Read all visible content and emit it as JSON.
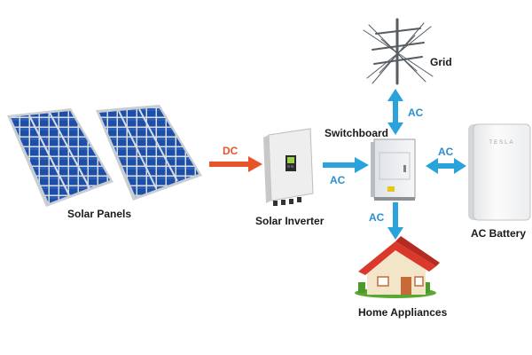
{
  "labels": {
    "solar_panels": "Solar Panels",
    "solar_inverter": "Solar Inverter",
    "switchboard": "Switchboard",
    "grid": "Grid",
    "ac_battery": "AC Battery",
    "home_appliances": "Home Appliances",
    "battery_brand": "TESLA"
  },
  "flows": {
    "panels_to_inverter": "DC",
    "inverter_to_switchboard": "AC",
    "grid_switchboard": "AC",
    "switchboard_battery": "AC",
    "switchboard_home": "AC"
  },
  "colors": {
    "dc_arrow": "#e8542a",
    "ac_arrow": "#2aa3dc",
    "dc_text": "#e8542a",
    "ac_text": "#2a8fd0",
    "panel_cell": "#1d4fa8",
    "panel_frame": "#d9dde2",
    "roof": "#d9382a",
    "house_wall": "#f3e6c8",
    "grass": "#5aa832"
  },
  "icons": {
    "panels": "solar-panel-icon",
    "inverter": "solar-inverter-icon",
    "switchboard": "switchboard-cabinet-icon",
    "grid": "power-pole-icon",
    "battery": "wall-battery-icon",
    "home": "house-icon"
  }
}
